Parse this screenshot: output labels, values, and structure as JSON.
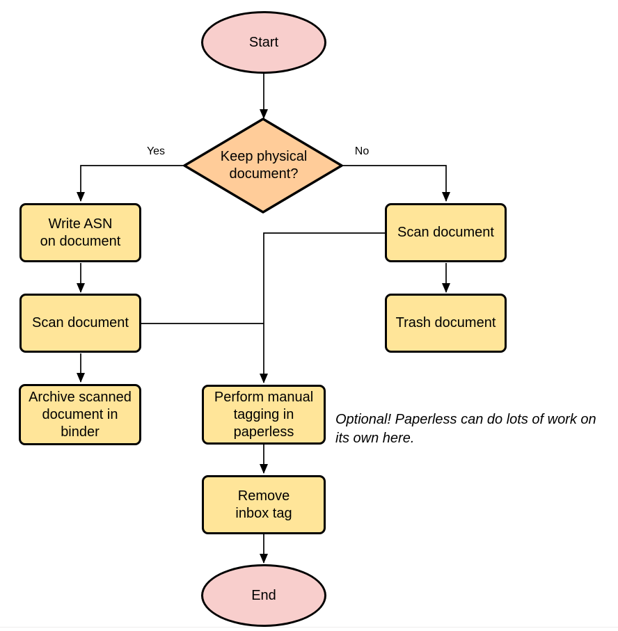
{
  "nodes": {
    "start": {
      "label": "Start",
      "type": "terminal"
    },
    "decision": {
      "label": "Keep physical\ndocument?",
      "type": "decision"
    },
    "write_asn": {
      "label": "Write ASN\non document",
      "type": "process"
    },
    "scan_left": {
      "label": "Scan document",
      "type": "process"
    },
    "archive": {
      "label": "Archive scanned\ndocument in\nbinder",
      "type": "process"
    },
    "scan_right": {
      "label": "Scan document",
      "type": "process"
    },
    "trash": {
      "label": "Trash document",
      "type": "process"
    },
    "tagging": {
      "label": "Perform manual\ntagging in\npaperless",
      "type": "process"
    },
    "remove_inbox": {
      "label": "Remove\ninbox tag",
      "type": "process"
    },
    "end": {
      "label": "End",
      "type": "terminal"
    }
  },
  "edge_labels": {
    "yes": "Yes",
    "no": "No"
  },
  "note": {
    "text": "Optional! Paperless can do lots of work on\nits own here."
  },
  "colors": {
    "terminal_fill": "#f8cecc",
    "process_fill": "#ffe599",
    "decision_fill": "#ffcc99",
    "stroke": "#000000",
    "connector": "#000000"
  }
}
